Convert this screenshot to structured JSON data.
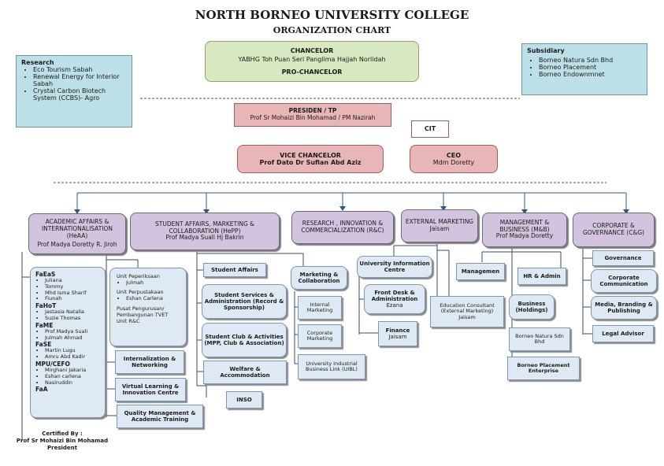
{
  "header": {
    "title": "NORTH BORNEO UNIVERSITY COLLEGE",
    "subtitle": "ORGANIZATION CHART"
  },
  "research": {
    "heading": "Research",
    "items": [
      "Eco Tourism Sabah",
      "Renewal Energy for Interior Sabah",
      "Crystal Carbon Biotech System (CCBS)- Agro"
    ]
  },
  "subsidiary": {
    "heading": "Subsidiary",
    "items": [
      "Borneo Natura Sdn Bhd",
      "Borneo Placement",
      "Borneo Endownmnet"
    ]
  },
  "chancelor": {
    "title": "CHANCELOR",
    "name": "YABHG Toh Puan Seri Panglima Hajjah Norlidah",
    "pro": "PRO-CHANCELOR"
  },
  "presiden": {
    "title": "PRESIDEN / TP",
    "name": "Prof Sr Mohaizi Bin Mohamad / PM Nazirah"
  },
  "cit": {
    "label": "CIT"
  },
  "vice": {
    "title": "VICE CHANCELOR",
    "name": "Prof Dato Dr Sufian Abd Aziz"
  },
  "ceo": {
    "title": "CEO",
    "name": "Mdm Doretty"
  },
  "divisions": {
    "academic": {
      "title": "ACADEMIC AFFAIRS & INTERNATIONALISATION (HeAA)",
      "name": "Prof Madya Doretty R. Jiroh"
    },
    "student": {
      "title": "STUDENT AFFAIRS, MARKETING & COLLABORATION (HePP)",
      "name": "Prof Madya Suali Hj Bakrin"
    },
    "research": {
      "title": "RESEARCH , INNOVATION & COMMERCIALIZATION (R&C)"
    },
    "external": {
      "title": "EXTERNAL MARKETING",
      "name": "Jaisam"
    },
    "management": {
      "title": "MANAGEMENT & BUSINESS (M&B)",
      "name": "Prof Madya Doretty"
    },
    "corporate": {
      "title": "CORPORATE & GOVERNANCE (C&G)"
    }
  },
  "faculties": [
    {
      "code": "FaEaS",
      "members": [
        "Juliana",
        "Tommy",
        "Mhd Isma Sharif",
        "Fiunah"
      ]
    },
    {
      "code": "FaHoT",
      "members": [
        "Jastasia Natalia",
        "Suzie Thomas"
      ]
    },
    {
      "code": "FaME",
      "members": [
        "Prof Madya Suali",
        "Julmah Ahmad"
      ]
    },
    {
      "code": "FaSE",
      "members": [
        "Martin Lugu",
        "Amru Abd Kadir"
      ]
    },
    {
      "code": "MPU/CEFO",
      "members": [
        "Mirghani Jakaria",
        "Eshan carlena",
        "Nasiruddin"
      ]
    },
    {
      "code": "FaA",
      "members": []
    }
  ],
  "units": {
    "peperiksaan": "Unit Peperiksaan",
    "peperiksaan_member": "Julmah",
    "perpustakaan": "Unit Perpustakaan",
    "perpustakaan_member": "Eshan Carlena",
    "pusat_line1": "Pusat Pengurusan/",
    "pusat_line2": "Pembangunan TVET",
    "rnc": "Unit R&C"
  },
  "academic_sub": {
    "internationalization": "Internalization & Networking",
    "virtual": "Virtual Learning & Innovation Centre",
    "quality": "Quality Management & Academic Training"
  },
  "student_sub": {
    "affairs": "Student Affairs",
    "services": "Student Services & Administration (Record & Sponsorship)",
    "club": "Student Club & Activities (MPP, Club & Association)",
    "welfare": "Welfare & Accommodation",
    "inso": "INSO"
  },
  "marketing_sub": {
    "head": "Marketing & Collaboration",
    "internal": "Internal Marketing",
    "corporate": "Corporate Marketing",
    "uibl": "University Industrial Business Link (UIBL)"
  },
  "external_sub": {
    "uic": "University Information Centre",
    "frontdesk": "Front Desk & Administration",
    "frontdesk_name": "Ezana",
    "finance": "Finance",
    "finance_name": "Jaisam",
    "consultant": "Education Consultant (External Marketing)",
    "consultant_name": "Jaisam"
  },
  "management_sub": {
    "managemen": "Managemen",
    "hr": "HR & Admin",
    "business": "Business (Holdings)",
    "natura": "Borneo Natura Sdn Bhd",
    "placement": "Borneo Placement Enterprise"
  },
  "corporate_sub": {
    "governance": "Governance",
    "communication": "Corporate Communication",
    "media": "Media, Branding & Publishing",
    "legal": "Legal Advisor"
  },
  "certified": {
    "label": "Certified By :",
    "name": "Prof Sr Mohaizi Bin Mohamad",
    "role": "President"
  }
}
